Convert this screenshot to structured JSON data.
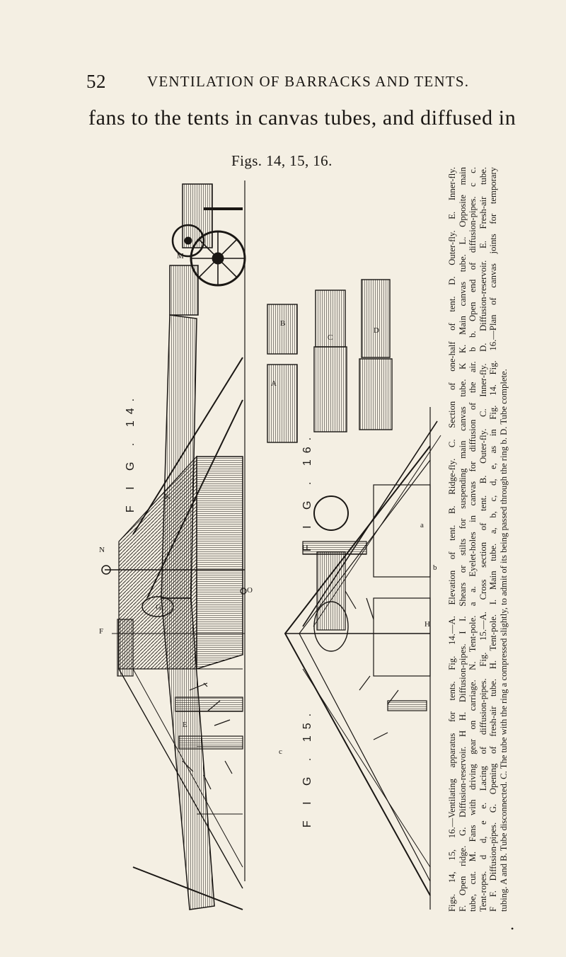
{
  "header": {
    "page_number": "52",
    "running_head": "VENTILATION OF BARRACKS AND TENTS."
  },
  "body_text": "fans to the tents in canvas tubes, and diffused in",
  "figure": {
    "label": "Figs. 14, 15, 16.",
    "tags": {
      "fig14": "F I G . 14.",
      "fig15": "F I G . 15.",
      "fig16": "F I G . 16."
    },
    "letters": {
      "M": "M",
      "K": "K",
      "N": "N",
      "F": "F",
      "O": "O",
      "A": "A",
      "B": "B",
      "C": "C",
      "D": "D",
      "E": "E",
      "G": "G",
      "H": "H",
      "a": "a",
      "b": "b",
      "c": "c"
    },
    "caption_lines": [
      "Figs. 14, 15, 16.—Ventilating apparatus for tents. Fig. 14.—A. Elevation of tent. B. Ridge-fly. C. Section of one-half of tent. D. Outer-fly. E. Inner-fly.",
      "F. Open ridge. G. Diffusion-reservoir. H H. Diffusion-pipes. I I. Shears or stilts for suspending main canvas tube. K K. Main canvas tube. L. Opposite main",
      "tube, cut. M. Fans with driving gear on carriage. N. Tent-pole. a a. Eyelet-holes in canvas for diffusion of the air. b b. Open end of diffusion-pipes. c c.",
      "Tent-ropes. d d, e e. Lacing of diffusion-pipes. Fig. 15.—A. Cross section of tent. B. Outer-fly. C. Inner-fly. D. Diffusion-reservoir. E. Fresh-air tube.",
      "F F. Diffusion-pipes. G. Opening of fresh-air tube. H. Tent-pole. I. Main tube. a, b, c, d, e, as in Fig. 14. Fig. 16.—Plan of canvas joints for temporary",
      "tubing. A and B. Tube disconnected. C. The tube with the ring a compressed slightly, to admit of its being passed through the ring b. D. Tube complete."
    ]
  },
  "corner_mark": "•"
}
